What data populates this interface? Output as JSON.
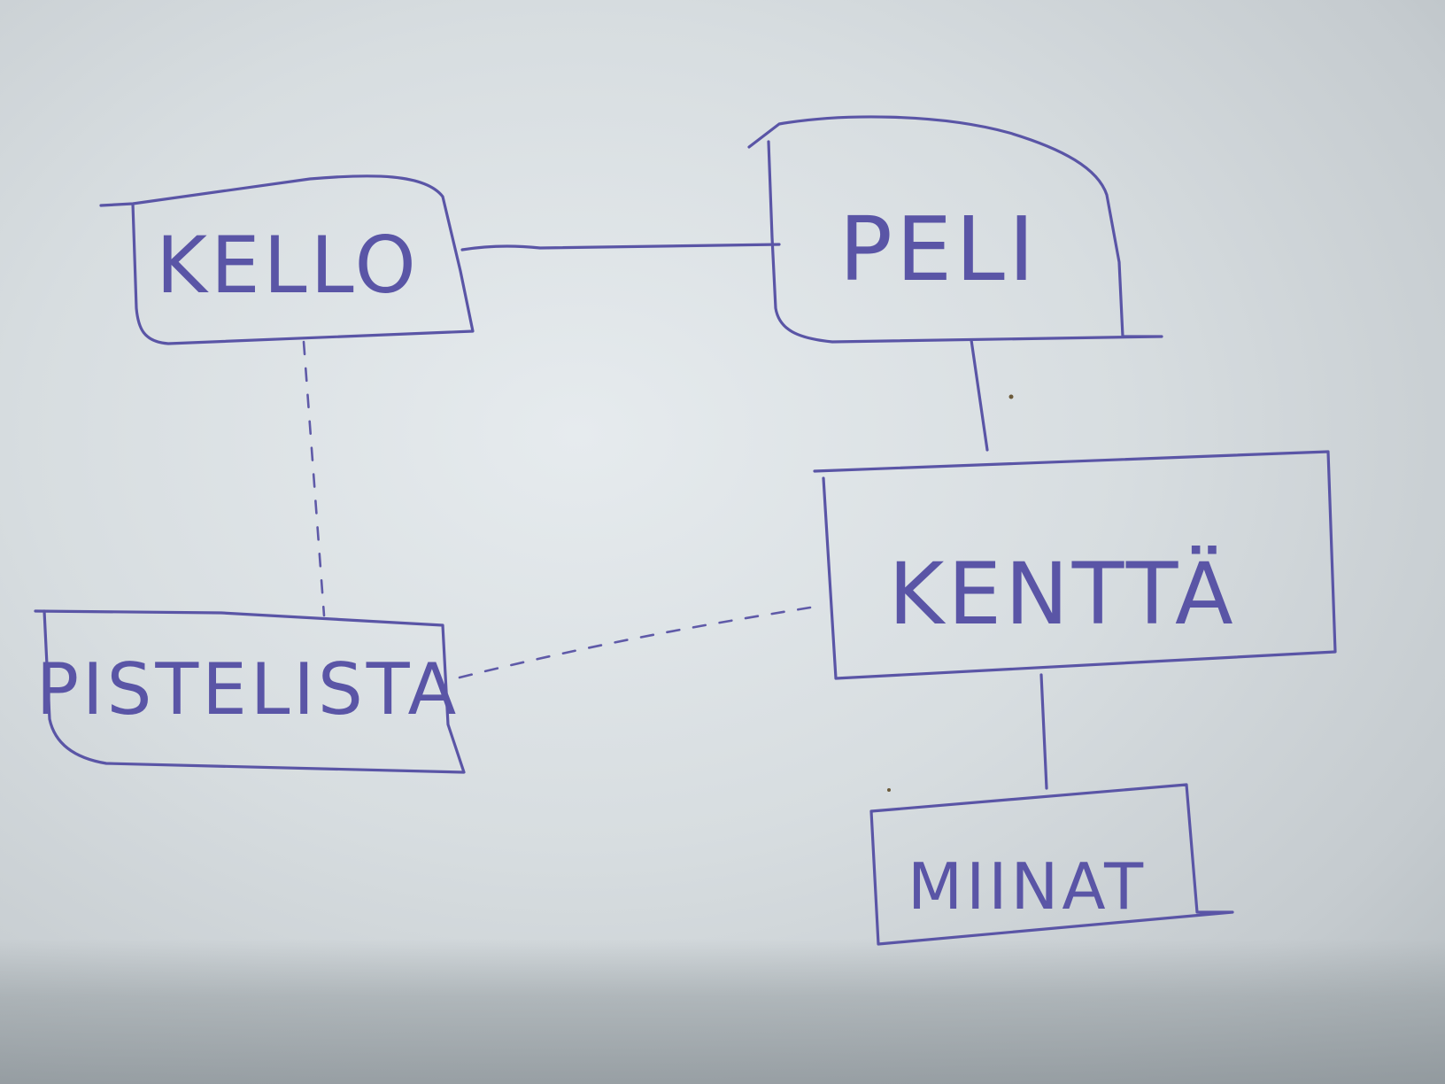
{
  "diagram": {
    "nodes": [
      {
        "id": "kello",
        "label": "KELLO"
      },
      {
        "id": "peli",
        "label": "PELI"
      },
      {
        "id": "kentta",
        "label": "KENTTÄ"
      },
      {
        "id": "pistelista",
        "label": "PISTELISTA"
      },
      {
        "id": "miinat",
        "label": "MIINAT"
      }
    ],
    "edges": [
      {
        "from": "kello",
        "to": "peli",
        "style": "solid"
      },
      {
        "from": "peli",
        "to": "kentta",
        "style": "solid"
      },
      {
        "from": "kentta",
        "to": "miinat",
        "style": "solid"
      },
      {
        "from": "kello",
        "to": "pistelista",
        "style": "dashed"
      },
      {
        "from": "kentta",
        "to": "pistelista",
        "style": "dashed"
      }
    ],
    "ink_color": "#5a55a6",
    "paper_color": "#dfe4e7"
  }
}
